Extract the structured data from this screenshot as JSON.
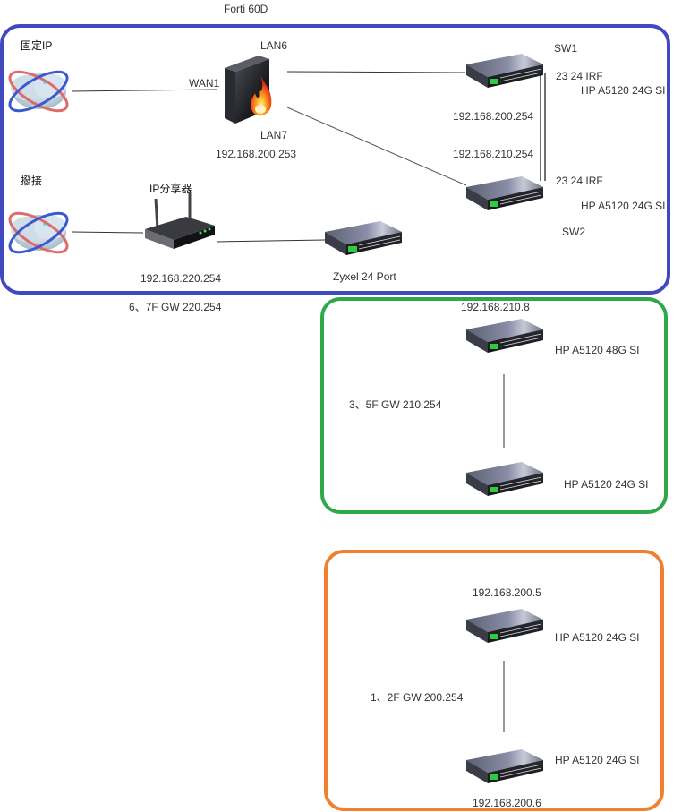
{
  "diagram": {
    "title": "Forti 60D",
    "colors": {
      "zone_top": "#4049c0",
      "zone_mid": "#2ea84a",
      "zone_bot": "#f08030"
    },
    "zones": {
      "top": {
        "internet_fixed": {
          "label": "固定IP",
          "icon": "internet-cloud-icon"
        },
        "internet_dialup": {
          "label": "撥接",
          "icon": "internet-cloud-icon"
        },
        "firewall": {
          "name": "Forti 60D",
          "port_wan": "WAN1",
          "port_lan6": "LAN6",
          "port_lan7": "LAN7",
          "ip": "192.168.200.253",
          "icon": "firewall-icon"
        },
        "router": {
          "label": "IP分享器",
          "ip": "192.168.220.254",
          "icon": "wireless-router-icon"
        },
        "zyxel": {
          "label": "Zyxel 24 Port",
          "icon": "network-switch-icon"
        },
        "sw1": {
          "name": "SW1",
          "irf": "23 24 IRF",
          "model": "HP A5120 24G SI",
          "ip": "192.168.200.254",
          "icon": "network-switch-icon"
        },
        "sw2": {
          "name": "SW2",
          "irf": "23 24 IRF",
          "model": "HP A5120 24G SI",
          "ip": "192.168.210.254",
          "icon": "network-switch-icon"
        },
        "gateway_note": "6、7F GW 220.254"
      },
      "middle": {
        "gateway_note": "3、5F GW 210.254",
        "switch_a": {
          "ip": "192.168.210.8",
          "model": "HP A5120 48G SI"
        },
        "switch_b": {
          "model": "HP A5120 24G SI"
        }
      },
      "bottom": {
        "gateway_note": "1、2F GW 200.254",
        "switch_a": {
          "ip": "192.168.200.5",
          "model": "HP A5120 24G SI"
        },
        "switch_b": {
          "ip": "192.168.200.6",
          "model": "HP A5120 24G SI"
        }
      }
    }
  }
}
